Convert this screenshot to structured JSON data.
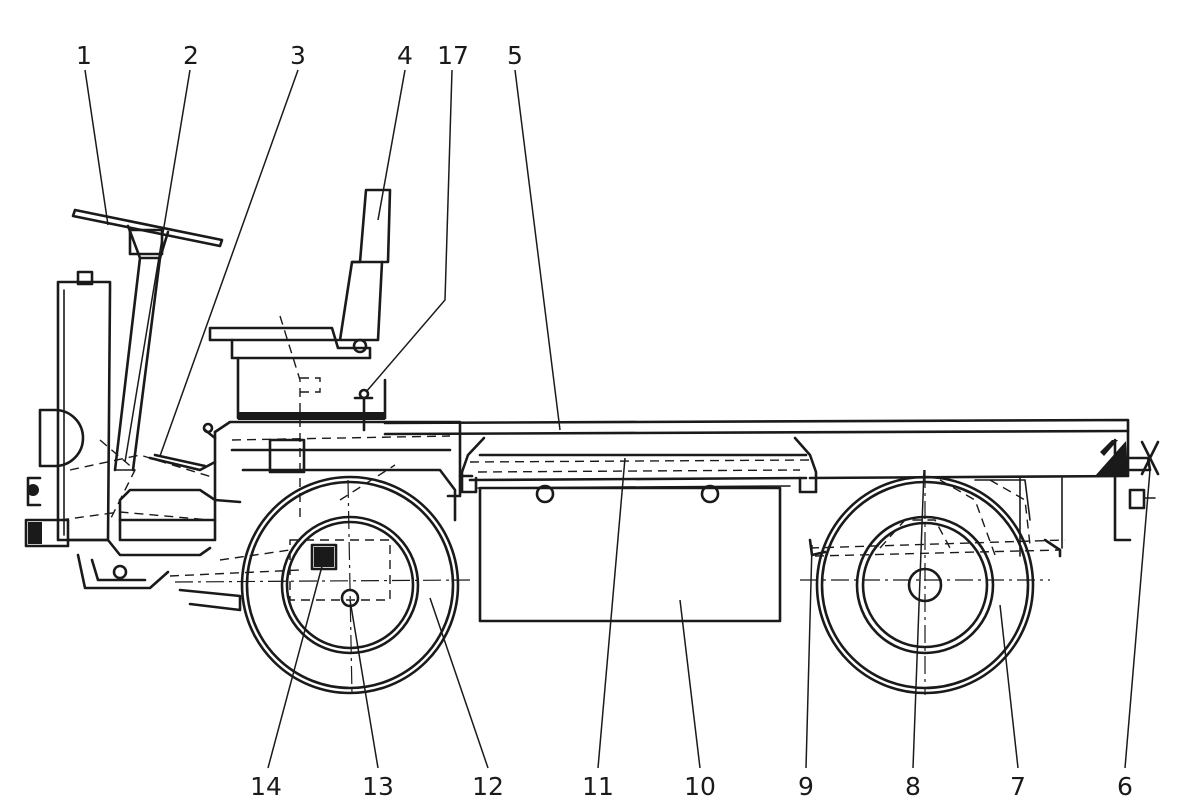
{
  "labels": {
    "n1": "1",
    "n2": "2",
    "n3": "3",
    "n4": "4",
    "n17": "17",
    "n5": "5",
    "n14": "14",
    "n13": "13",
    "n12": "12",
    "n11": "11",
    "n10": "10",
    "n9": "9",
    "n8": "8",
    "n7": "7",
    "n6": "6"
  }
}
